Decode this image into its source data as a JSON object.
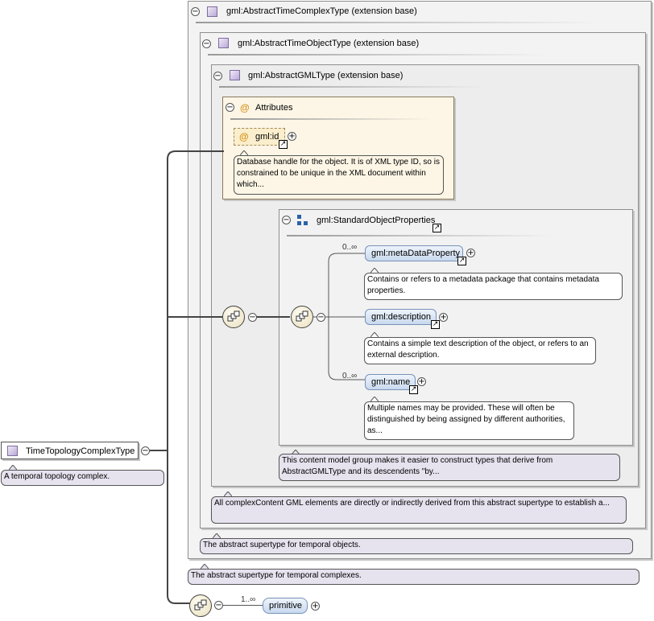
{
  "types": {
    "time_complex": {
      "label": "gml:AbstractTimeComplexType (extension base)",
      "note": "The abstract supertype for temporal complexes."
    },
    "time_object": {
      "label": "gml:AbstractTimeObjectType (extension base)",
      "note": "The abstract supertype for temporal objects."
    },
    "gml_type": {
      "label": "gml:AbstractGMLType (extension base)",
      "note": "All complexContent GML elements are directly or indirectly derived from this abstract supertype to establish a..."
    }
  },
  "attributes": {
    "header": "Attributes",
    "id_attr": "gml:id",
    "id_note": "Database handle for the object. It is of XML type ID, so is constrained to be unique in the XML document within which..."
  },
  "group": {
    "label": "gml:StandardObjectProperties",
    "note": "This content model group makes it easier to construct types that derive from AbstractGMLType and its descendents \"by...",
    "elements": [
      {
        "label": "gml:metaDataProperty",
        "cardinality": "0..∞",
        "note": "Contains or refers to a metadata package that contains metadata properties."
      },
      {
        "label": "gml:description",
        "cardinality": "",
        "note": "Contains a simple text description of the object, or refers to an external description."
      },
      {
        "label": "gml:name",
        "cardinality": "0..∞",
        "note": "Multiple names may be provided. These will often be distinguished by being assigned by different authorities, as..."
      }
    ]
  },
  "root": {
    "label": "TimeTopologyComplexType",
    "note": "A temporal topology complex."
  },
  "primitive": {
    "label": "primitive",
    "cardinality": "1..∞"
  },
  "symbols": {
    "collapse": "−",
    "expand": "+",
    "attr": "@",
    "link": "↗"
  },
  "colors": {
    "type_icon": "#b9a9d6",
    "element_fill": "#c8d9ee",
    "attribute_accent": "#d6921a"
  }
}
